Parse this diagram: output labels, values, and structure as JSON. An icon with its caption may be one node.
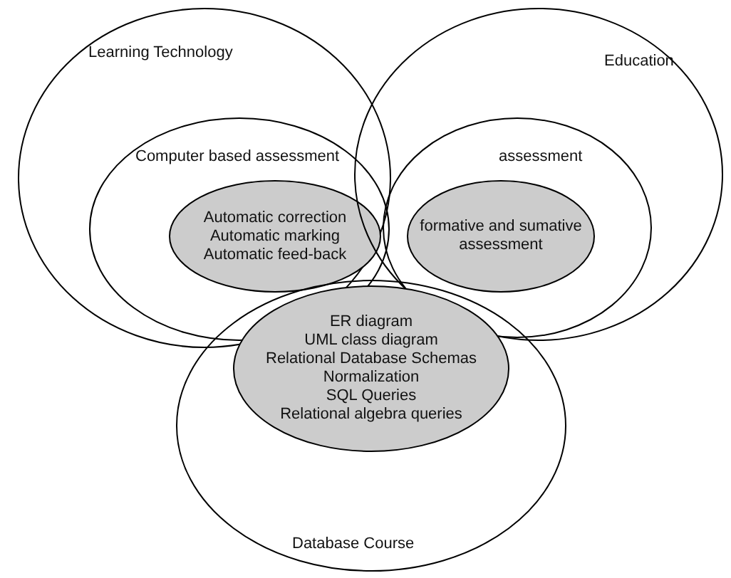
{
  "diagram": {
    "nodes": [
      {
        "text": [
          "Learning Technology"
        ]
      },
      {
        "text": [
          "Computer based assessment"
        ],
        "in": 0
      },
      {
        "text": [
          "Automatic correction",
          "Automatic marking",
          "Automatic feed-back"
        ],
        "in": 1
      },
      {
        "text": [
          "Education"
        ]
      },
      {
        "text": [
          "assessment"
        ],
        "in": 3
      },
      {
        "text": [
          "formative and sumative assessment"
        ],
        "in": 4
      },
      {
        "text": [
          "Database Course"
        ]
      },
      {
        "text": [
          "ER diagram",
          "UML class diagram",
          "Relational Database Schemas",
          "Normalization",
          "SQL Queries",
          "Relational algebra queries"
        ],
        "in": 6
      }
    ],
    "edges": []
  }
}
